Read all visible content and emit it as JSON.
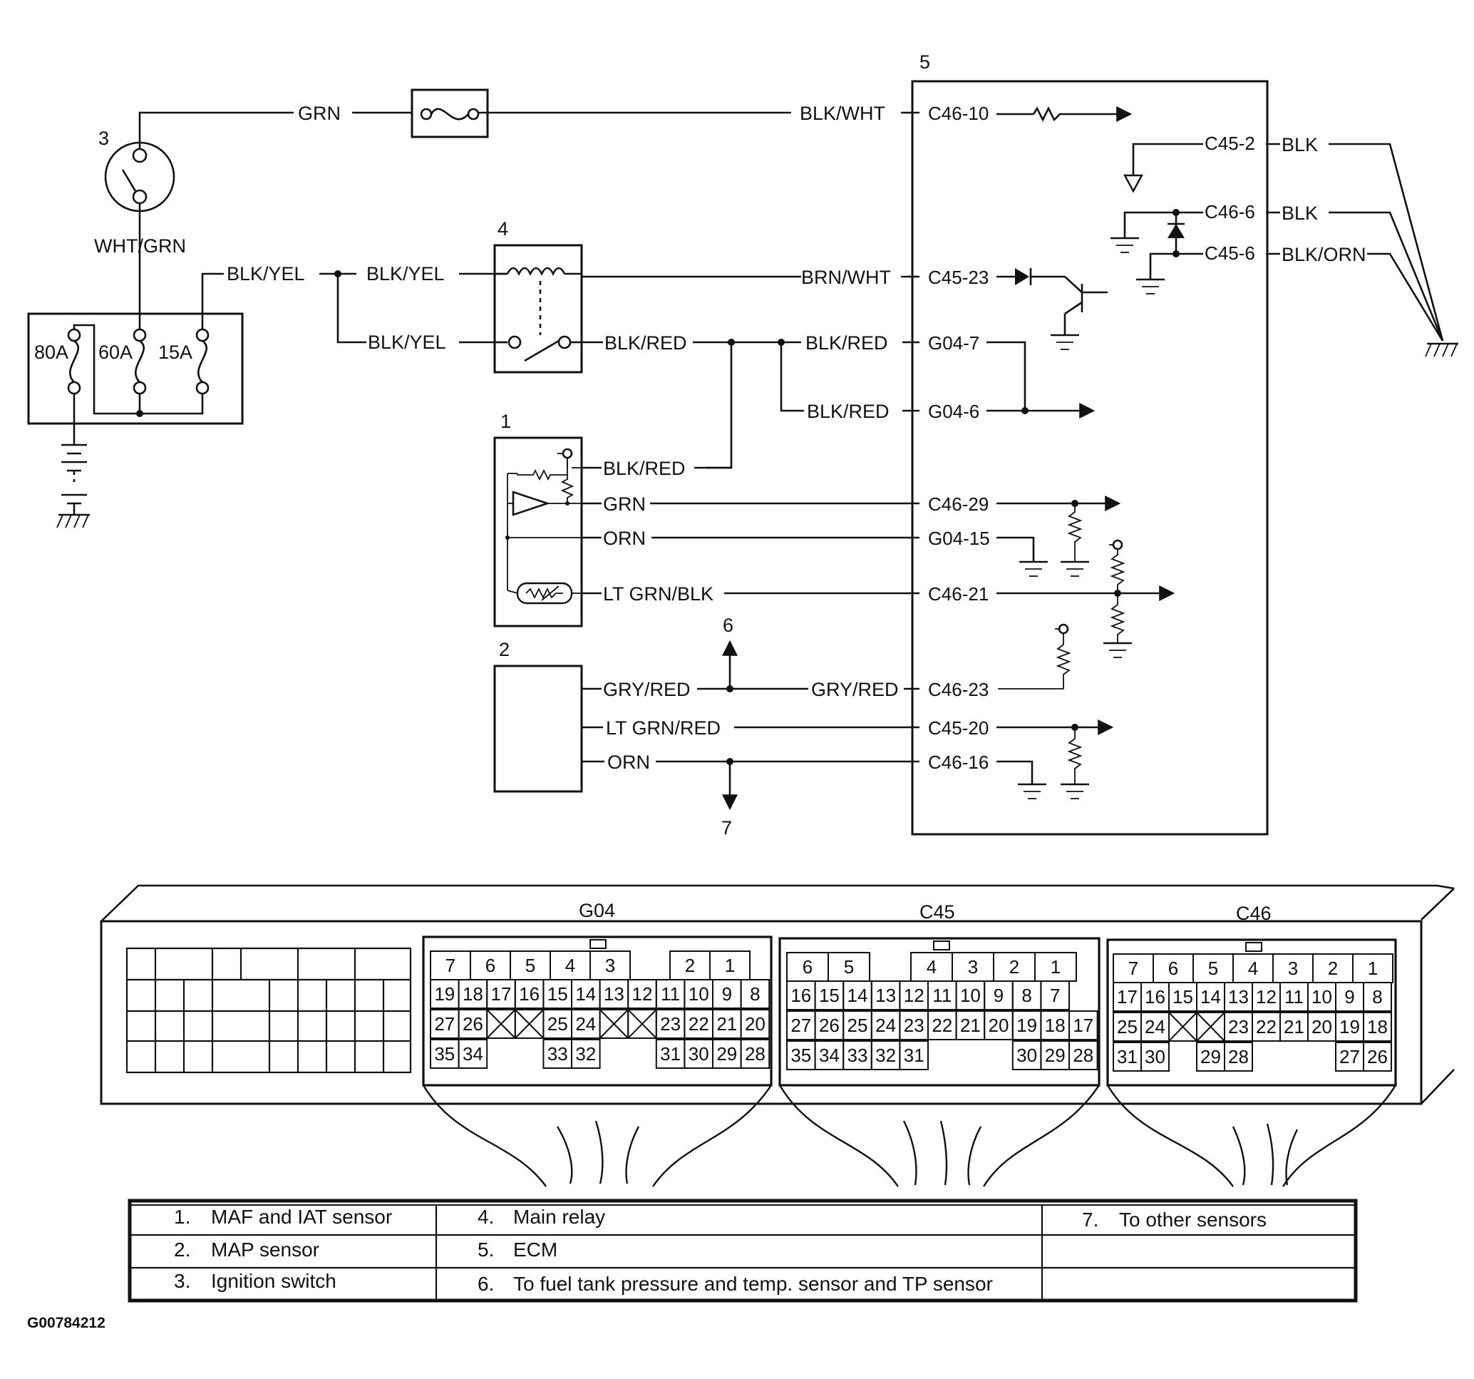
{
  "diagram": {
    "components": {
      "c1": "1",
      "c2": "2",
      "c3": "3",
      "c4": "4",
      "c5": "5",
      "c6": "6",
      "c7": "7"
    },
    "fuses": {
      "f80": "80A",
      "f60": "60A",
      "f15": "15A"
    },
    "wires": {
      "grn_top": "GRN",
      "wht_grn": "WHT/GRN",
      "blk_yel_fuse": "BLK/YEL",
      "blk_yel_relay_coil": "BLK/YEL",
      "blk_yel_relay_sw": "BLK/YEL",
      "blk_wht": "BLK/WHT",
      "brn_wht": "BRN/WHT",
      "blk_red_relay": "BLK/RED",
      "blk_red_g047": "BLK/RED",
      "blk_red_g046": "BLK/RED",
      "blk_red_maf": "BLK/RED",
      "grn_maf": "GRN",
      "orn_maf": "ORN",
      "ltgrn_blk": "LT GRN/BLK",
      "gry_red_map": "GRY/RED",
      "gry_red_ecm": "GRY/RED",
      "ltgrn_red": "LT GRN/RED",
      "orn_map": "ORN",
      "blk_c452": "BLK",
      "blk_c466": "BLK",
      "blk_orn_c456": "BLK/ORN"
    },
    "terminals": {
      "c46_10": "C46-10",
      "c45_2": "C45-2",
      "c46_6": "C46-6",
      "c45_6": "C45-6",
      "c45_23": "C45-23",
      "g04_7": "G04-7",
      "g04_6": "G04-6",
      "c46_29": "C46-29",
      "g04_15": "G04-15",
      "c46_21": "C46-21",
      "c46_23": "C46-23",
      "c45_20": "C45-20",
      "c46_16": "C46-16"
    },
    "connectors": {
      "g04": {
        "name": "G04",
        "row1": [
          "7",
          "6",
          "5",
          "4",
          "3",
          "2",
          "1"
        ],
        "row2": [
          "19",
          "18",
          "17",
          "16",
          "15",
          "14",
          "13",
          "12",
          "11",
          "10",
          "9",
          "8"
        ],
        "row3": [
          "27",
          "26",
          "25",
          "24",
          "23",
          "22",
          "21",
          "20"
        ],
        "row4": [
          "35",
          "34",
          "33",
          "32",
          "31",
          "30",
          "29",
          "28"
        ]
      },
      "c45": {
        "name": "C45",
        "row1": [
          "6",
          "5",
          "4",
          "3",
          "2",
          "1"
        ],
        "row2": [
          "16",
          "15",
          "14",
          "13",
          "12",
          "11",
          "10",
          "9",
          "8",
          "7"
        ],
        "row3": [
          "27",
          "26",
          "25",
          "24",
          "23",
          "22",
          "21",
          "20",
          "19",
          "18",
          "17"
        ],
        "row4": [
          "35",
          "34",
          "33",
          "32",
          "31",
          "30",
          "29",
          "28"
        ]
      },
      "c46": {
        "name": "C46",
        "row1": [
          "7",
          "6",
          "5",
          "4",
          "3",
          "2",
          "1"
        ],
        "row2": [
          "17",
          "16",
          "15",
          "14",
          "13",
          "12",
          "11",
          "10",
          "9",
          "8"
        ],
        "row3": [
          "25",
          "24",
          "23",
          "22",
          "21",
          "20",
          "19",
          "18"
        ],
        "row4": [
          "31",
          "30",
          "29",
          "28",
          "27",
          "26"
        ]
      }
    },
    "legend": {
      "l1": {
        "num": "1.",
        "text": "MAF and IAT sensor"
      },
      "l2": {
        "num": "2.",
        "text": "MAP sensor"
      },
      "l3": {
        "num": "3.",
        "text": "Ignition switch"
      },
      "l4": {
        "num": "4.",
        "text": "Main relay"
      },
      "l5": {
        "num": "5.",
        "text": "ECM"
      },
      "l6": {
        "num": "6.",
        "text": "To fuel tank pressure and temp. sensor and TP sensor"
      },
      "l7": {
        "num": "7.",
        "text": "To other sensors"
      }
    },
    "figure_id": "G00784212"
  }
}
